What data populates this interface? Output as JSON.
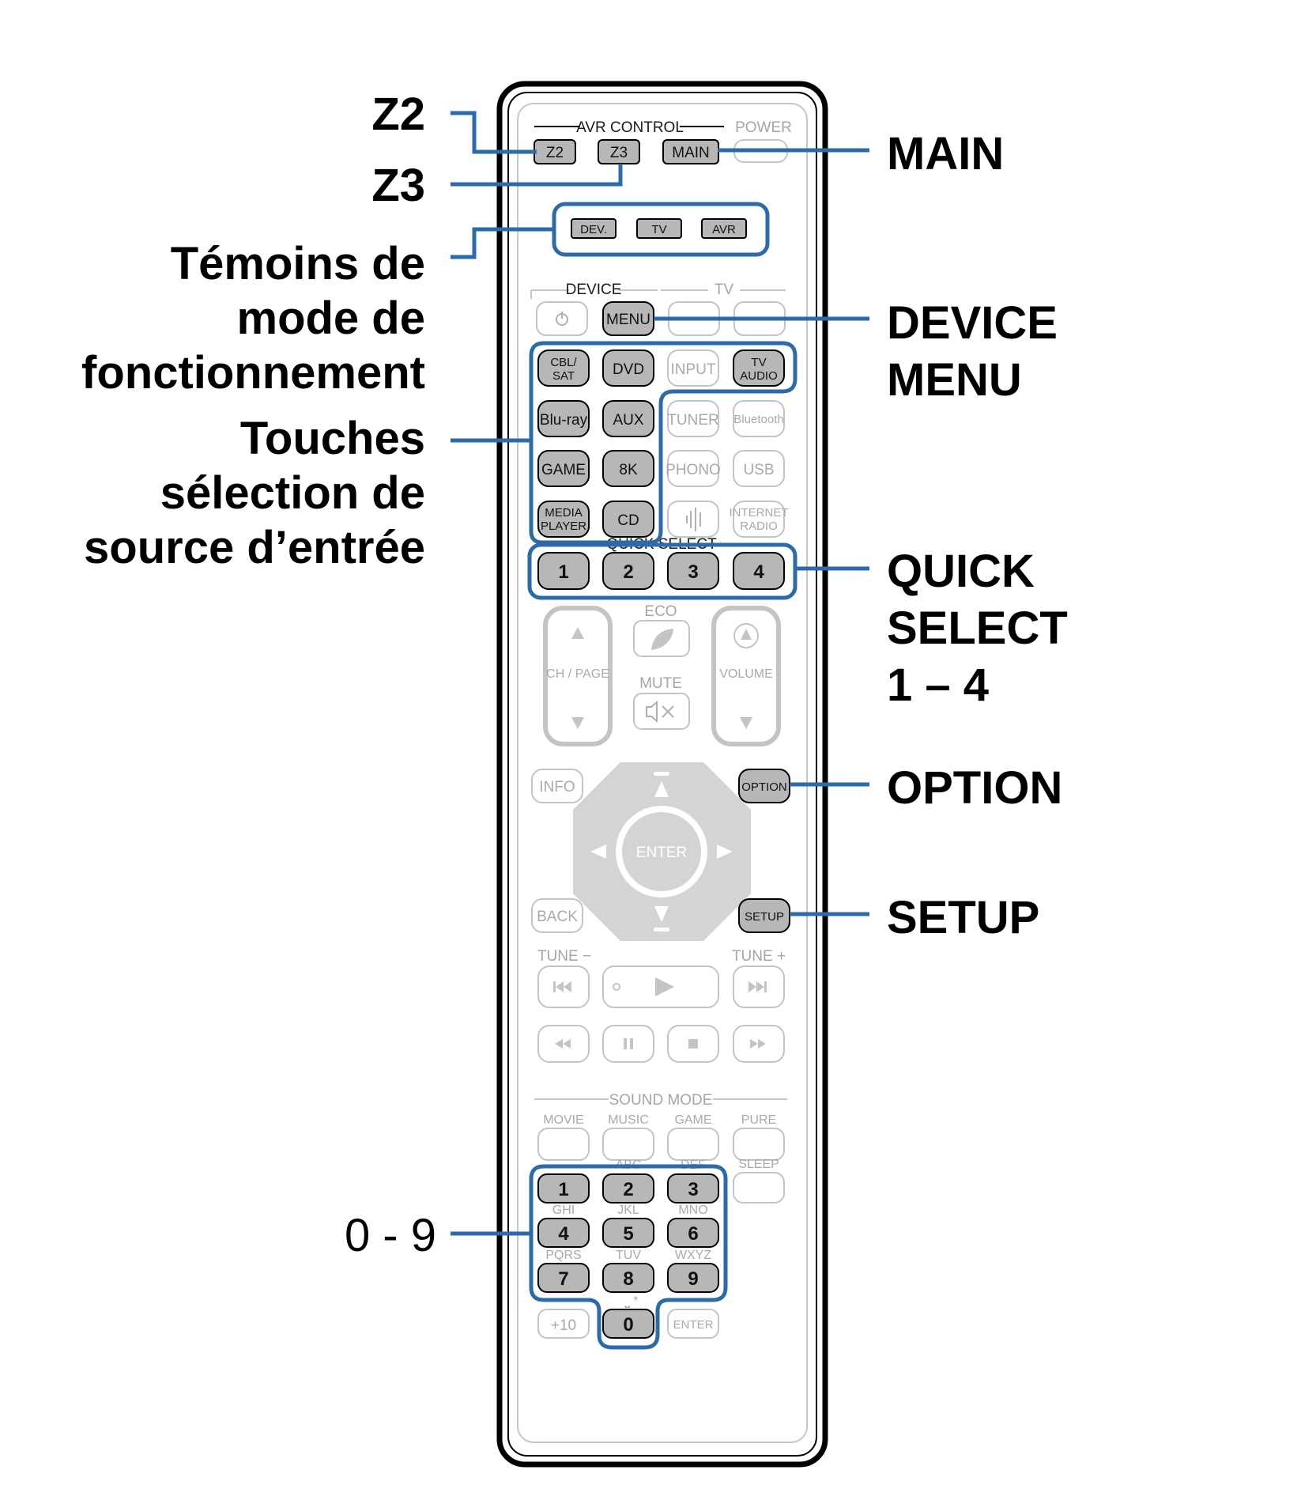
{
  "labels": {
    "z2": "Z2",
    "z3": "Z3",
    "main": "MAIN",
    "temoins": [
      "Témoins de",
      "mode de",
      "fonctionnement"
    ],
    "touches": [
      "Touches",
      "sélection de",
      "source d’entrée"
    ],
    "device_menu": [
      "DEVICE",
      "MENU"
    ],
    "quick_select": [
      "QUICK",
      "SELECT",
      "1 – 4"
    ],
    "option": "OPTION",
    "setup": "SETUP",
    "digits": "0 - 9"
  },
  "remote": {
    "avr_control": "AVR CONTROL",
    "power": "POWER",
    "z2": "Z2",
    "z3": "Z3",
    "main": "MAIN",
    "indicators": [
      "DEV.",
      "TV",
      "AVR"
    ],
    "device": "DEVICE",
    "tv": "TV",
    "menu": "MENU",
    "cbl_sat": [
      "CBL/",
      "SAT"
    ],
    "dvd": "DVD",
    "input": "INPUT",
    "tv_audio": [
      "TV",
      "AUDIO"
    ],
    "bluray": "Blu-ray",
    "aux": "AUX",
    "tuner": "TUNER",
    "bluetooth": "Bluetooth",
    "game": "GAME",
    "eightk": "8K",
    "phono": "PHONO",
    "usb": "USB",
    "media_player": [
      "MEDIA",
      "PLAYER"
    ],
    "cd": "CD",
    "internet_radio": [
      "INTERNET",
      "RADIO"
    ],
    "quick_select_title": "QUICK SELECT",
    "quick": [
      "1",
      "2",
      "3",
      "4"
    ],
    "eco": "ECO",
    "ch_page": "CH / PAGE",
    "mute": "MUTE",
    "volume": "VOLUME",
    "info": "INFO",
    "option": "OPTION",
    "enter": "ENTER",
    "back": "BACK",
    "setup": "SETUP",
    "tune_minus": "TUNE −",
    "tune_plus": "TUNE +",
    "sound_mode": "SOUND MODE",
    "modes": [
      "MOVIE",
      "MUSIC",
      "GAME",
      "PURE"
    ],
    "sleep": "SLEEP",
    "keys": [
      {
        "n": "1",
        "t": ""
      },
      {
        "n": "2",
        "t": "ABC"
      },
      {
        "n": "3",
        "t": "DEF"
      },
      {
        "n": "4",
        "t": "GHI"
      },
      {
        "n": "5",
        "t": "JKL"
      },
      {
        "n": "6",
        "t": "MNO"
      },
      {
        "n": "7",
        "t": "PQRS"
      },
      {
        "n": "8",
        "t": "TUV"
      },
      {
        "n": "9",
        "t": "WXYZ"
      }
    ],
    "plus10": "+10",
    "zero": "0",
    "zero_sub": "⎵ *",
    "enter_small": "ENTER"
  },
  "colors": {
    "callout": "#2c6ba8",
    "active_button": "#b7b7b7",
    "dim_outline": "#c4c4c4"
  }
}
